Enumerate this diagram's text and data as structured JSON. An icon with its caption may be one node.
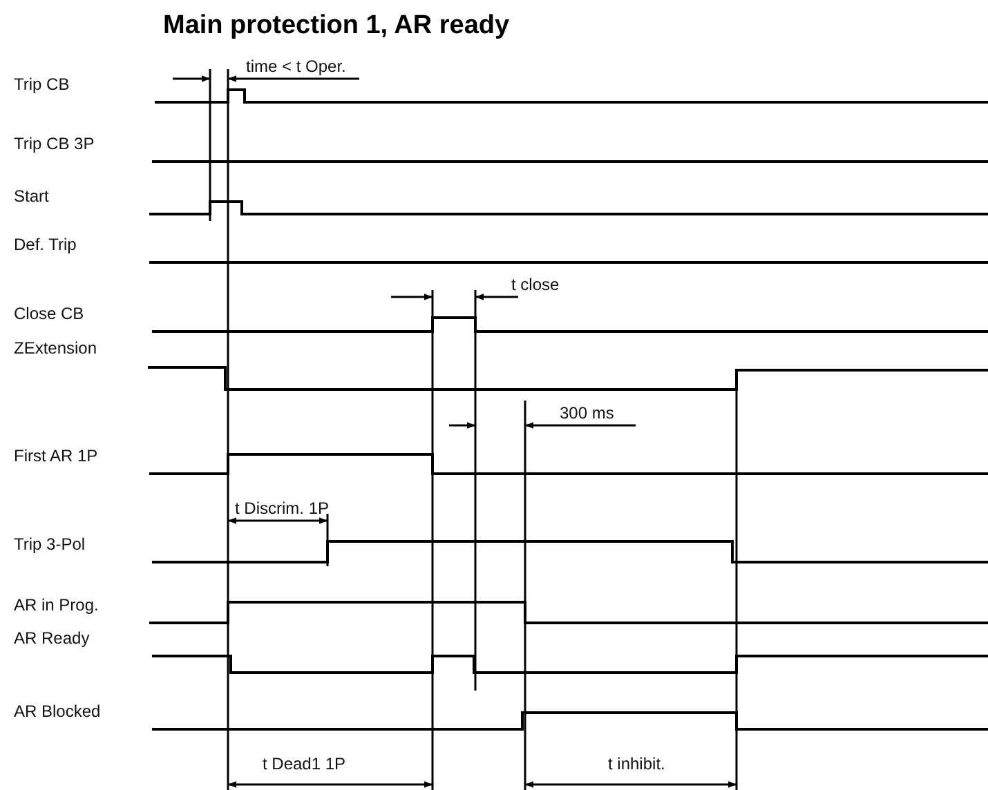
{
  "diagram": {
    "title": "Main protection 1,  AR ready",
    "labels": [
      "Trip CB",
      "Trip CB 3P",
      "Start",
      "Def. Trip",
      "Close CB",
      "ZExtension",
      "First AR 1P",
      "Trip 3-Pol",
      "AR in Prog.",
      "AR Ready",
      "AR Blocked",
      "time < t Oper.",
      "t close",
      "300 ms",
      "t Discrim. 1P",
      "t Dead1 1P",
      "t inhibit."
    ]
  }
}
